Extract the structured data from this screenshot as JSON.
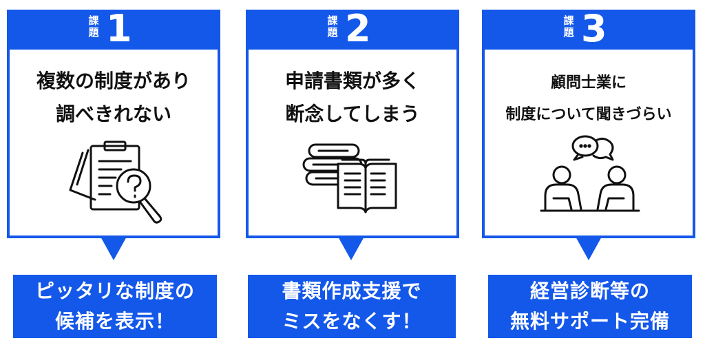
{
  "cards": [
    {
      "label": "課題",
      "label_top": "課",
      "label_bottom": "題",
      "number": "1",
      "title_line1": "複数の制度があり",
      "title_line2": "調べきれない",
      "icon": "clipboard-magnifier-icon",
      "solution_line1": "ピッタリな制度の",
      "solution_line2": "候補を表示！"
    },
    {
      "label": "課題",
      "label_top": "課",
      "label_bottom": "題",
      "number": "2",
      "title_line1": "申請書類が多く",
      "title_line2": "断念してしまう",
      "icon": "books-icon",
      "solution_line1": "書類作成支援で",
      "solution_line2": "ミスをなくす！"
    },
    {
      "label": "課題",
      "label_top": "課",
      "label_bottom": "題",
      "number": "3",
      "title_line1": "顧問士業に",
      "title_line2": "制度について聞きづらい",
      "icon": "consultation-icon",
      "solution_line1": "経営診断等の",
      "solution_line2": "無料サポート完備"
    }
  ],
  "colors": {
    "accent": "#1458ea",
    "text": "#111111",
    "background": "#ffffff"
  }
}
